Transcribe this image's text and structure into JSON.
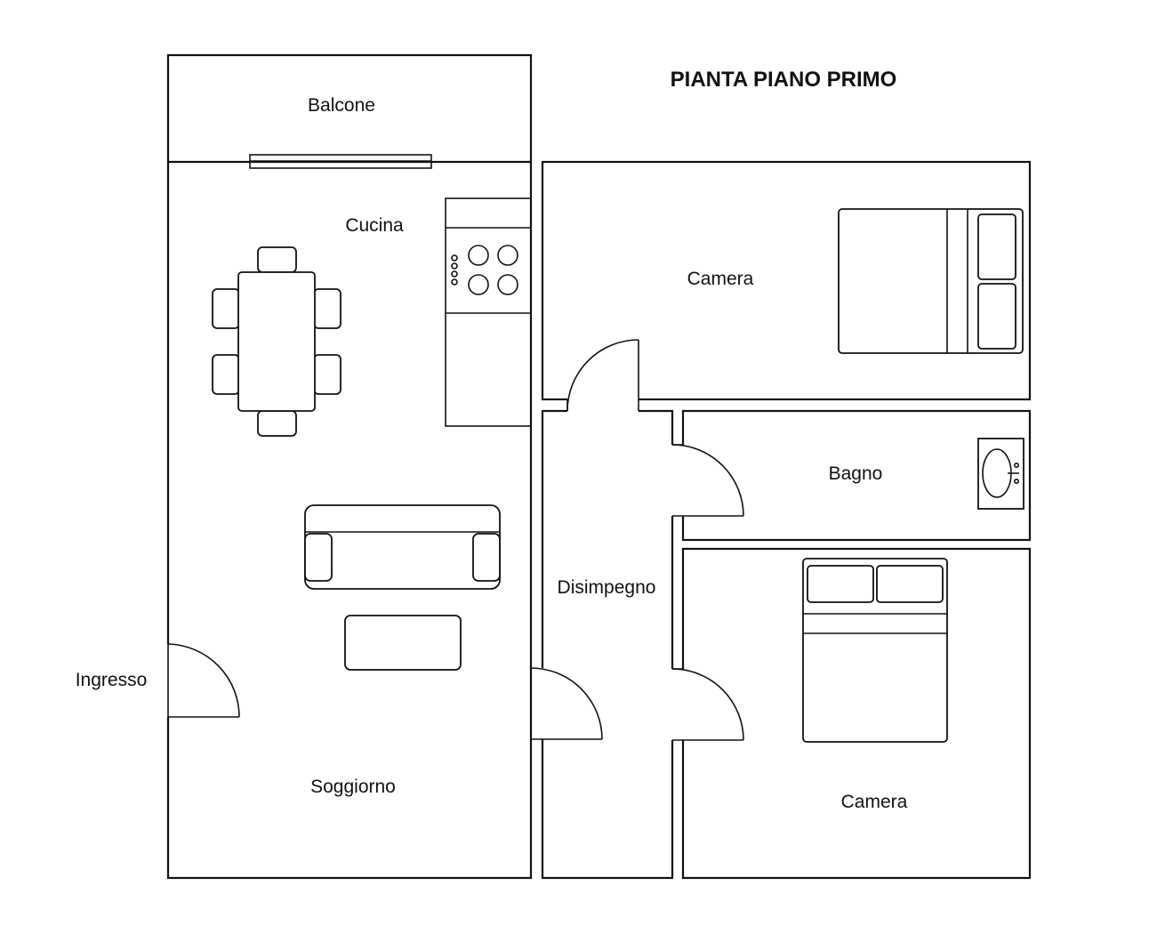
{
  "title": "PIANTA PIANO PRIMO",
  "rooms": {
    "balcone": "Balcone",
    "cucina": "Cucina",
    "camera_top": "Camera",
    "bagno": "Bagno",
    "disimpegno": "Disimpegno",
    "ingresso": "Ingresso",
    "soggiorno": "Soggiorno",
    "camera_bottom": "Camera"
  }
}
